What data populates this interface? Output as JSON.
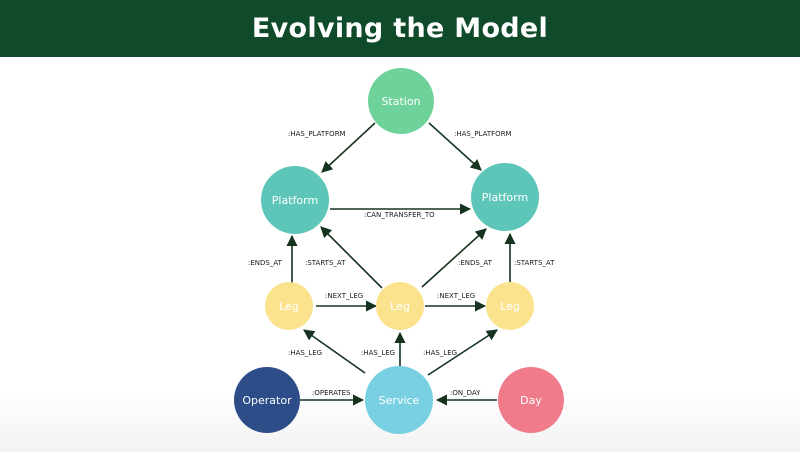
{
  "title": "Evolving the Model",
  "colors": {
    "header_bg": "#0f4a2b",
    "station": "#6fd29a",
    "platform": "#5ec6b9",
    "leg": "#fbe38e",
    "service": "#7ad0e3",
    "operator": "#2c4d88",
    "day": "#f07c8b",
    "edge": "#15331f"
  },
  "nodes": {
    "station": "Station",
    "platform_left": "Platform",
    "platform_right": "Platform",
    "leg_left": "Leg",
    "leg_middle": "Leg",
    "leg_right": "Leg",
    "operator": "Operator",
    "service": "Service",
    "day": "Day"
  },
  "edges": {
    "station_platform_left": ":HAS_PLATFORM",
    "station_platform_right": ":HAS_PLATFORM",
    "can_transfer_to": ":CAN_TRANSFER_TO",
    "leg_left_ends_at": ":ENDS_AT",
    "leg_middle_starts_at": ":STARTS_AT",
    "leg_middle_ends_at": ":ENDS_AT",
    "leg_right_starts_at": ":STARTS_AT",
    "next_leg_1": ":NEXT_LEG",
    "next_leg_2": ":NEXT_LEG",
    "has_leg_left": ":HAS_LEG",
    "has_leg_middle": ":HAS_LEG",
    "has_leg_right": ":HAS_LEG",
    "operates": ":OPERATES",
    "on_day": ":ON_DAY"
  }
}
